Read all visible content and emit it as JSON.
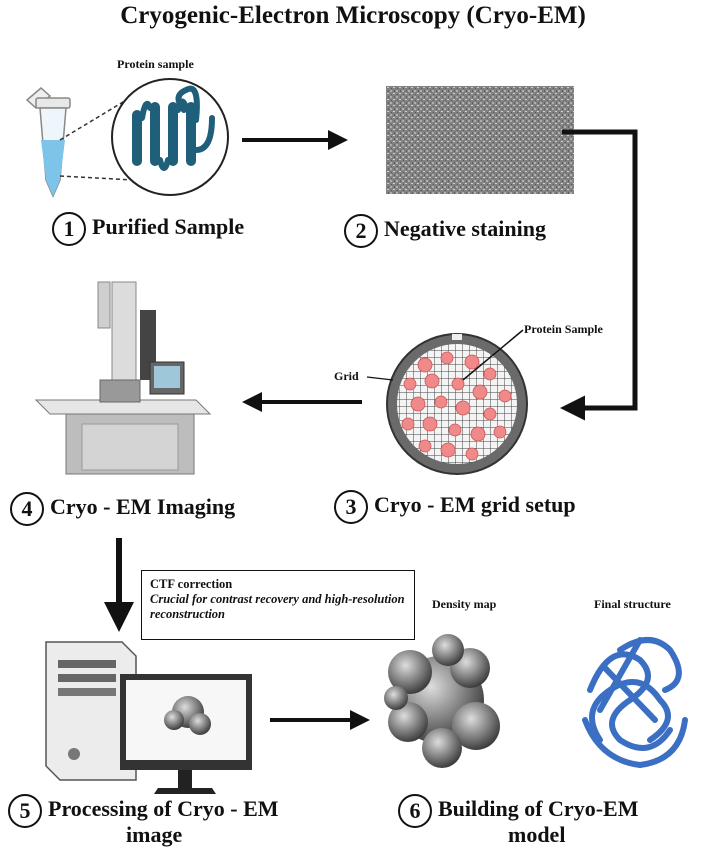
{
  "title": "Cryogenic-Electron Microscopy (Cryo-EM)",
  "steps": [
    {
      "num": "1",
      "label": "Purified Sample"
    },
    {
      "num": "2",
      "label": "Negative staining"
    },
    {
      "num": "3",
      "label": "Cryo - EM grid setup"
    },
    {
      "num": "4",
      "label": "Cryo - EM Imaging"
    },
    {
      "num": "5",
      "label": "Processing of Cryo - EM",
      "label2": "image"
    },
    {
      "num": "6",
      "label": "Building of Cryo-EM",
      "label2": "model"
    }
  ],
  "labels": {
    "protein_sample": "Protein sample",
    "protein_sample_grid": "Protein Sample",
    "grid": "Grid",
    "density_map": "Density map",
    "final_structure": "Final structure"
  },
  "ctf": {
    "title": "CTF correction",
    "description": "Crucial for contrast recovery and high-resolution reconstruction"
  }
}
